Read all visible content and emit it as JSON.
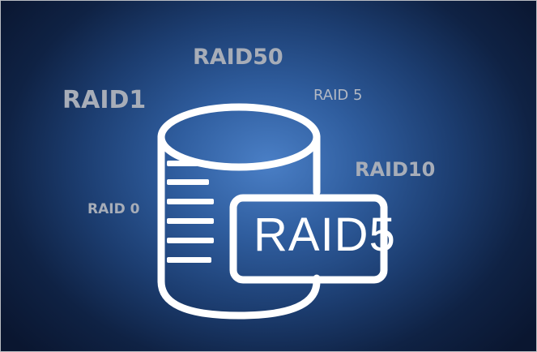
{
  "labels": {
    "raid50": "RAID50",
    "raid1": "RAID1",
    "raid5_small": "RAID 5",
    "raid10": "RAID10",
    "raid0": "RAID 0"
  },
  "badge": {
    "text": "RAID5"
  },
  "icons": {
    "database": "database-cylinder-icon"
  },
  "colors": {
    "background_center": "#4a7fc6",
    "background_edge": "#0a1630",
    "label_gray": "#a7adb8",
    "foreground": "#ffffff"
  }
}
